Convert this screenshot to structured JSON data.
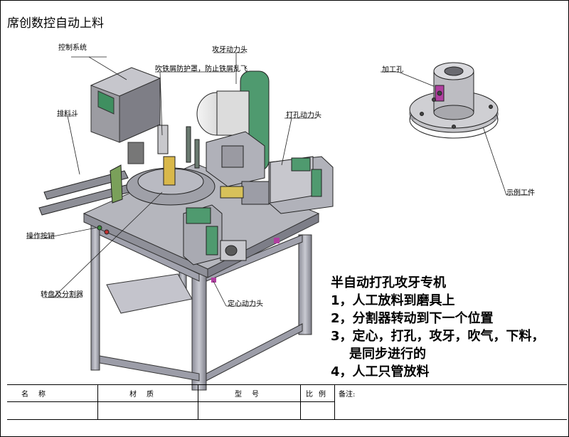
{
  "title": "席创数控自动上料",
  "callouts": {
    "control_system": "控制系统",
    "chip_guard": "吹铁屑防护罩，防止铁屑乱飞",
    "tapping_head": "攻牙动力头",
    "discharge_chute": "排料斗",
    "drilling_head": "打孔动力头",
    "operation_button": "操作按钮",
    "turntable_indexer": "转盘及分割器",
    "centering_head": "定心动力头",
    "machining_hole": "加工孔",
    "sample_workpiece": "示例工件"
  },
  "description": {
    "heading": "半自动打孔攻牙专机",
    "step1": "1，人工放料到磨具上",
    "step2": "2，分割器转动到下一个位置",
    "step3a": "3，定心，打孔，攻牙，吹气，下料，",
    "step3b": "是同步进行的",
    "step4": "4，人工只管放料"
  },
  "title_block": {
    "name": "名称",
    "material": "材质",
    "model": "型号",
    "scale": "比例",
    "remarks": "备注:"
  },
  "colors": {
    "frame_metal": "#a9aab4",
    "table_top": "#b8b8be",
    "green_accent": "#4f9a6f",
    "control_box": "#9a9aa0",
    "magenta_mark": "#b03fa0"
  }
}
